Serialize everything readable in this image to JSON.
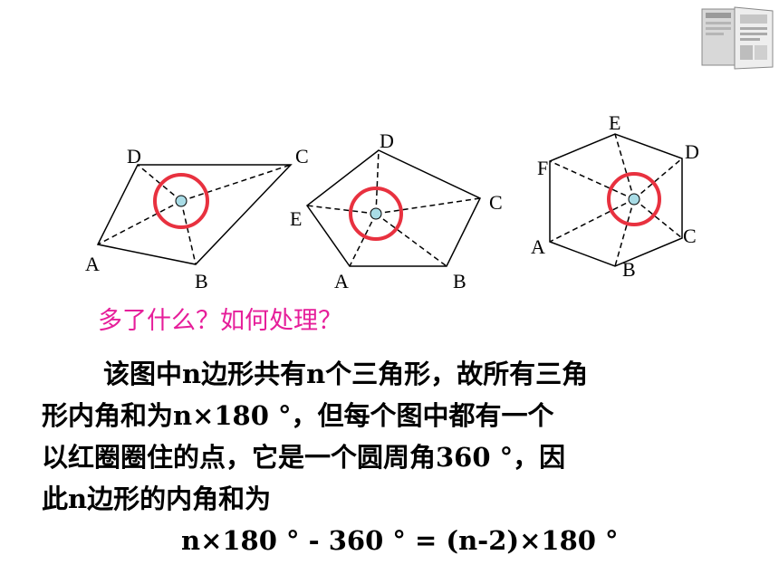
{
  "diagram1": {
    "labels": {
      "A": "A",
      "B": "B",
      "C": "C",
      "D": "D"
    }
  },
  "diagram2": {
    "labels": {
      "A": "A",
      "B": "B",
      "C": "C",
      "D": "D",
      "E": "E"
    }
  },
  "diagram3": {
    "labels": {
      "A": "A",
      "B": "B",
      "C": "C",
      "D": "D",
      "E": "E",
      "F": "F"
    }
  },
  "colors": {
    "circle": "#e8313f",
    "question": "#e61e9a",
    "point": "#a9dce6"
  },
  "question": "多了什么？如何处理？",
  "paragraph": {
    "line1": "该图中n边形共有n个三角形，故所有三角",
    "line2": "形内角和为n×180 °，但每个图中都有一个",
    "line3": "以红圈圈住的点，它是一个圆周角360 °，因",
    "line4": "此n边形的内角和为"
  },
  "formula": "n×180 ° - 360 ° = (n-2)×180 °"
}
